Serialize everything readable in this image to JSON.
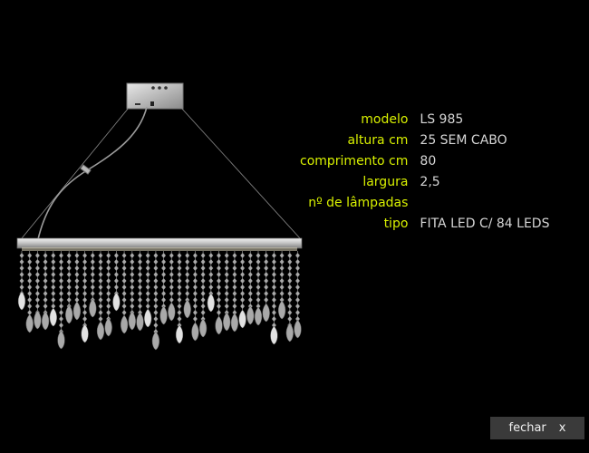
{
  "specs": [
    {
      "label": "modelo",
      "value": "LS 985"
    },
    {
      "label": "altura cm",
      "value": "25 SEM CABO"
    },
    {
      "label": "comprimento cm",
      "value": "80"
    },
    {
      "label": "largura",
      "value": "2,5"
    },
    {
      "label": "nº de lâmpadas",
      "value": ""
    },
    {
      "label": "tipo",
      "value": "FITA LED C/ 84 LEDS"
    }
  ],
  "close_button": {
    "label": "fechar",
    "icon": "x"
  },
  "colors": {
    "background": "#000000",
    "label": "#d8f000",
    "value": "#d6d6d6",
    "button": "#3a3a3a"
  }
}
